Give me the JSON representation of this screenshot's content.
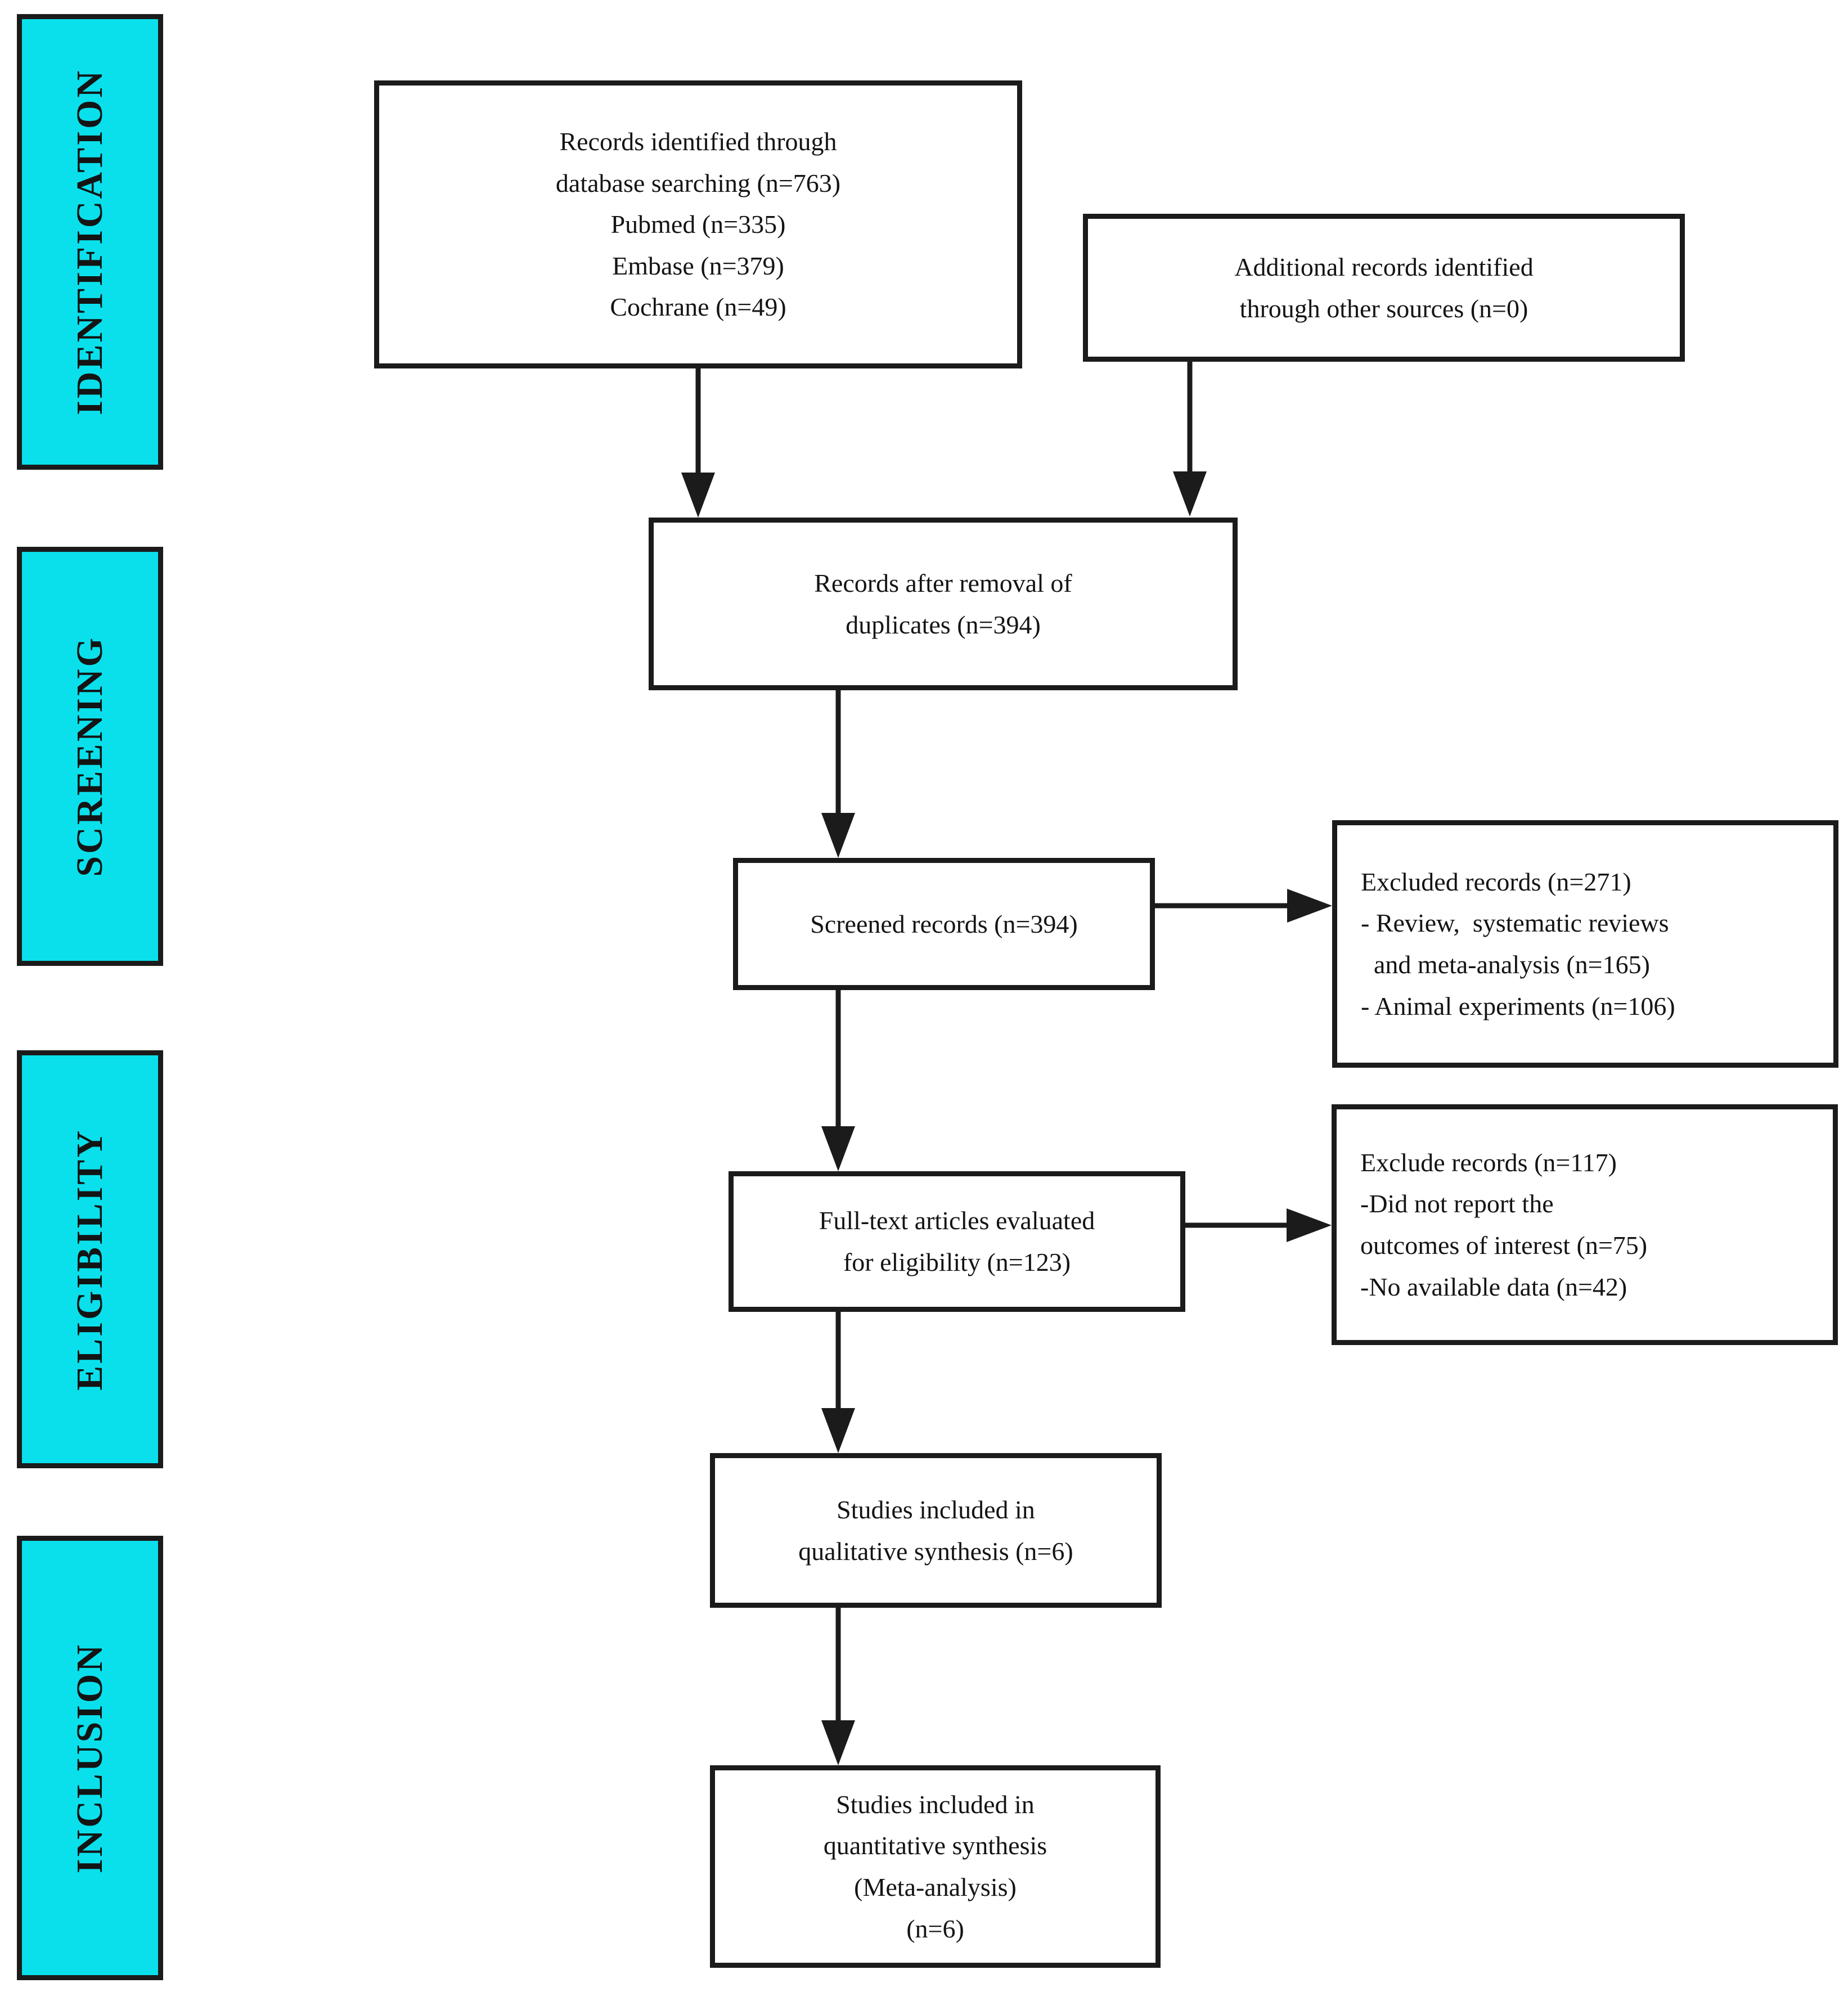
{
  "palette": {
    "cyan": "#0ae0eb",
    "border": "#1b1b1b",
    "background": "#ffffff",
    "text": "#141414"
  },
  "sidebar": {
    "identification": "IDENTIFICATION",
    "screening": "SCREENING",
    "eligibility": "ELIGIBILITY",
    "inclusion": "INCLUSION"
  },
  "flow": {
    "identified": "Records identified through\ndatabase searching (n=763)\nPubmed (n=335)\nEmbase (n=379)\nCochrane (n=49)",
    "additional": "Additional records identified\nthrough other sources (n=0)",
    "deduplicated": "Records after removal of\nduplicates (n=394)",
    "screened": "Screened records (n=394)",
    "excluded_screening": "Excluded records (n=271)\n- Review,  systematic reviews\n  and meta-analysis (n=165)\n- Animal experiments (n=106)",
    "fulltext": "Full-text articles evaluated\nfor eligibility (n=123)",
    "excluded_fulltext": "Exclude records (n=117)\n-Did not report the\noutcomes of interest (n=75)\n-No available data (n=42)",
    "qualitative": "Studies included in\nqualitative synthesis (n=6)",
    "quantitative": "Studies included in\nquantitative synthesis\n(Meta-analysis)\n(n=6)"
  }
}
